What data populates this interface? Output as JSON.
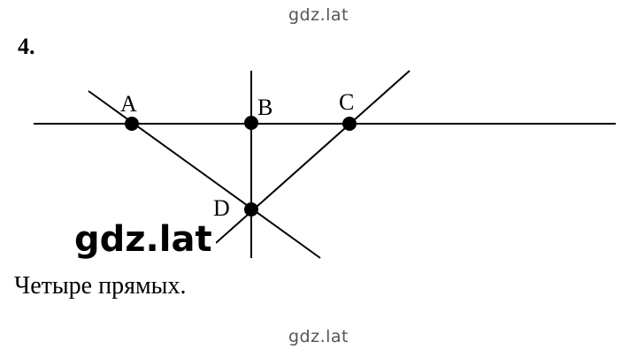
{
  "watermark_top": "gdz.lat",
  "problem_number": "4.",
  "points": {
    "a": "A",
    "b": "B",
    "c": "C",
    "d": "D"
  },
  "big_watermark": "gdz.lat",
  "answer": "Четыре прямых.",
  "watermark_bottom": "gdz.lat",
  "colors": {
    "ink": "#000000",
    "watermark": "#555555",
    "background": "#ffffff"
  }
}
